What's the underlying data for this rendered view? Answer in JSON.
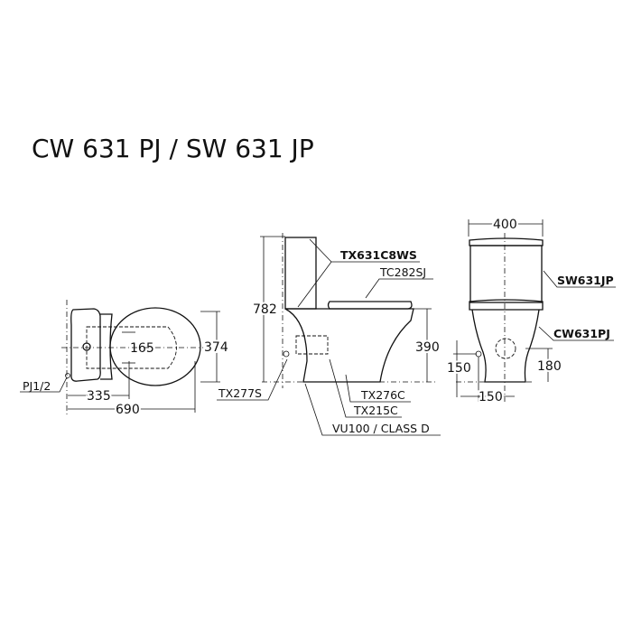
{
  "title": "CW 631 PJ / SW 631 JP",
  "top_view": {
    "dim_width": "374",
    "dim_center": "165",
    "dim_inlet": "335",
    "dim_length": "690",
    "label_inlet": "PJ1/2"
  },
  "side_view": {
    "dim_height": "782",
    "dim_seat_height": "390",
    "labels": {
      "fitting": "TX631C8WS",
      "seat": "TC282SJ",
      "stop_valve": "TX277S",
      "fixing": "TX276C",
      "flange": "TX215C",
      "class": "VU100 / CLASS D"
    }
  },
  "front_view": {
    "dim_width": "400",
    "dim_outlet_height": "180",
    "dim_inlet_height": "150",
    "dim_inlet_offset": "150",
    "label_tank": "SW631JP",
    "label_bowl": "CW631PJ"
  }
}
